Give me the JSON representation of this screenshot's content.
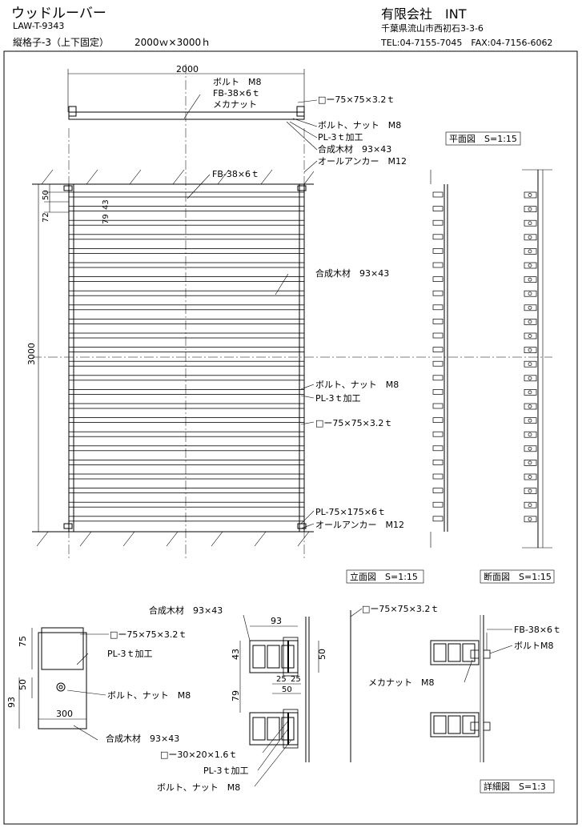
{
  "header": {
    "product_name": "ウッドルーバー",
    "product_code": "LAW-T-9343",
    "spec": "縦格子-3（上下固定）",
    "size": "2000ｗ×3000ｈ",
    "company": "有限会社　INT",
    "address": "千葉県流山市西初石3-3-6",
    "phone": "TEL:04-7155-7045　FAX:04-7156-6062"
  },
  "plan": {
    "dim_width": "2000",
    "label_bolt": "ボルト　M8",
    "label_fb": "FB-38×6ｔ",
    "label_nut": "メカナット",
    "label_tube": "□ー75×75×3.2ｔ",
    "label_bolt_nut": "ボルト、ナット　M8",
    "label_pl": "PL-3ｔ加工",
    "label_wood": "合成木材　93×43",
    "label_anchor": "オールアンカー　M12",
    "scale_title": "平面図　S=1:15"
  },
  "elevation": {
    "label_fb": "FB-38×6ｔ",
    "dim_50": "50",
    "dim_72": "72",
    "dim_79": "79",
    "dim_43": "43",
    "dim_3000": "3000",
    "label_wood": "合成木材　93×43",
    "label_bolt_nut": "ボルト、ナット　M8",
    "label_pl": "PL-3ｔ加工",
    "label_tube": "□ー75×75×3.2ｔ",
    "label_plate": "PL-75×175×6ｔ",
    "label_anchor": "オールアンカー　M12",
    "scale_title": "立面図　S=1:15"
  },
  "section": {
    "scale_title": "断面図　S=1:15"
  },
  "detail": {
    "left": {
      "dim_75": "75",
      "dim_50": "50",
      "dim_93": "93",
      "dim_300": "300",
      "label_tube": "□ー75×75×3.2ｔ",
      "label_pl": "PL-3ｔ加工",
      "label_bolt_nut": "ボルト、ナット　M8",
      "label_wood": "合成木材　93×43"
    },
    "center": {
      "label_wood": "合成木材　93×43",
      "label_tube": "□ー75×75×3.2ｔ",
      "dim_93": "93",
      "dim_43": "43",
      "dim_50": "50",
      "dim_25a": "25",
      "dim_25b": "25",
      "dim_50b": "50",
      "dim_79": "79",
      "label_tube_small": "□ー30×20×1.6ｔ",
      "label_pl": "PL-3ｔ加工",
      "label_bolt_nut": "ボルト、ナット　M8"
    },
    "right": {
      "label_fb": "FB-38×6ｔ",
      "label_bolt": "ボルトM8",
      "label_nut": "メカナット　M8"
    },
    "scale_title": "詳細図　S=1:3"
  }
}
